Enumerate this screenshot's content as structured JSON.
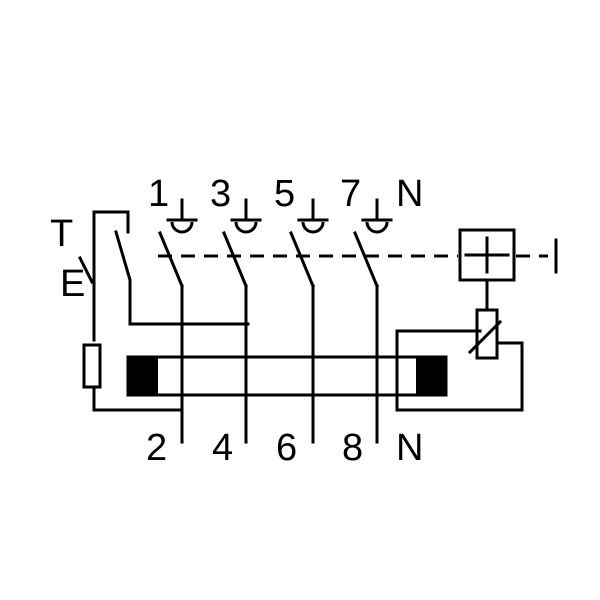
{
  "diagram": {
    "test_button": {
      "label_t": "T",
      "label_e": "E"
    },
    "top_terminals": [
      "1",
      "3",
      "5",
      "7",
      "N"
    ],
    "bottom_terminals": [
      "2",
      "4",
      "6",
      "8",
      "N"
    ],
    "colors": {
      "line": "#000000",
      "background": "#ffffff",
      "core_fill": "#000000"
    }
  }
}
